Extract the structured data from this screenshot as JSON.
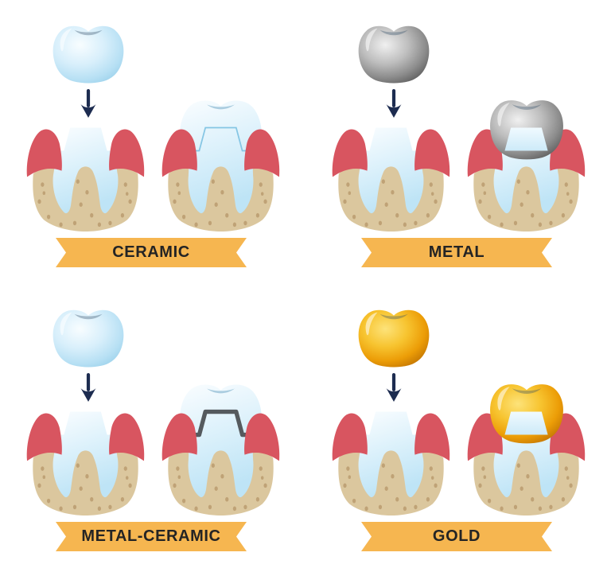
{
  "illustration": {
    "subject": "types of dental crowns placed on a prepared tooth",
    "background_color": "#ffffff"
  },
  "quadrants": [
    {
      "id": "ceramic",
      "label": "CERAMIC",
      "crown_material": "ceramic",
      "crown_color": "#cfeafa",
      "position": "top-left"
    },
    {
      "id": "metal",
      "label": "METAL",
      "crown_material": "metal",
      "crown_color": "#9e9e9e",
      "position": "top-right"
    },
    {
      "id": "metal-ceramic",
      "label": "METAL-CERAMIC",
      "crown_material": "metal-ceramic",
      "crown_color": "#cfeafa",
      "metal_band_color": "#555a5e",
      "position": "bottom-left"
    },
    {
      "id": "gold",
      "label": "GOLD",
      "crown_material": "gold",
      "crown_color": "#f0a70d",
      "position": "bottom-right"
    }
  ],
  "icons": {
    "down_arrow": "down-arrow-icon"
  },
  "colors": {
    "ribbon": "#f6b650",
    "ribbon_text": "#242424",
    "gum": "#d85560",
    "bone": "#dbc79e",
    "bone_speckle": "#bfa276",
    "tooth": "#cfeaf8",
    "arrow": "#1d2c50",
    "metal_dark": "#5c5c5c",
    "gold_dark": "#c07102"
  }
}
